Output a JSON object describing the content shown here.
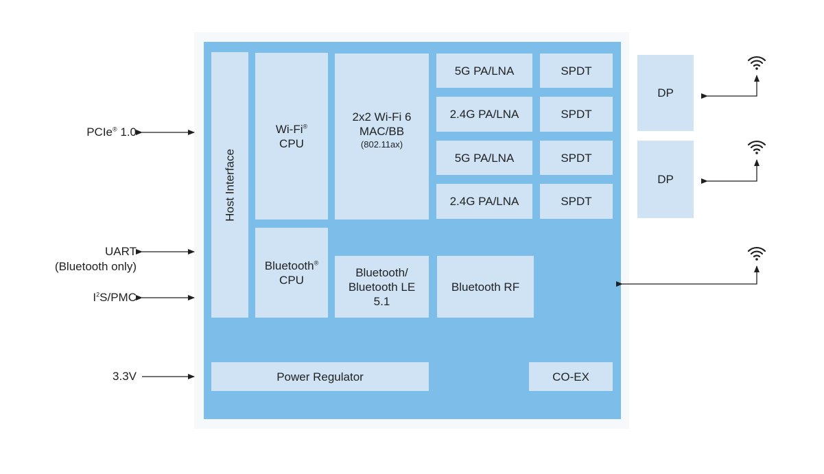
{
  "blocks": {
    "host_interface": "Host Interface",
    "wifi_cpu": {
      "line1": "Wi-Fi",
      "sup": "®",
      "line2": "CPU"
    },
    "wifi_mac": {
      "line1": "2x2 Wi-Fi 6",
      "line2": "MAC/BB",
      "line3": "(802.11ax)"
    },
    "pa_lna": [
      "5G PA/LNA",
      "2.4G PA/LNA",
      "5G PA/LNA",
      "2.4G PA/LNA"
    ],
    "spdt": [
      "SPDT",
      "SPDT",
      "SPDT",
      "SPDT"
    ],
    "bt_cpu": {
      "line1": "Bluetooth",
      "sup": "®",
      "line2": "CPU"
    },
    "bt_le": {
      "line1": "Bluetooth/",
      "line2": "Bluetooth LE",
      "line3": "5.1"
    },
    "bt_rf": "Bluetooth RF",
    "power_regulator": "Power Regulator",
    "coex": "CO-EX",
    "dp": [
      "DP",
      "DP"
    ]
  },
  "interfaces": {
    "pcie": {
      "main": "PCIe",
      "sup": "®",
      "rest": " 1.0"
    },
    "uart": {
      "line1": "UART",
      "line2": "(Bluetooth only)"
    },
    "i2s": {
      "pre": "I",
      "sup": "2",
      "rest": "S/PMC"
    },
    "power": "3.3V"
  },
  "colors": {
    "chip": "#7dbde9",
    "block": "#cfe3f5",
    "chip_border": "#f6f9fc",
    "line": "#1f1f1f"
  },
  "icons": [
    "wifi-antenna-icon",
    "wifi-antenna-icon",
    "wifi-antenna-icon"
  ]
}
